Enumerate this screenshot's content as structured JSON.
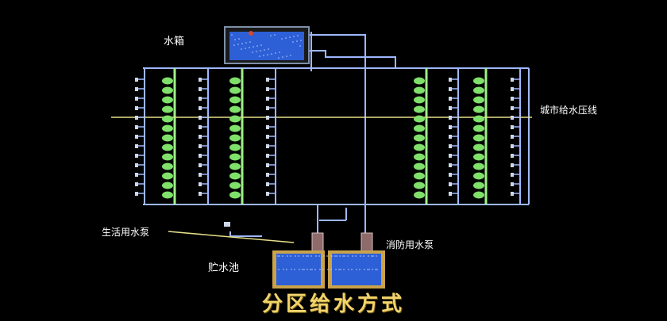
{
  "labels": {
    "tank": "水箱",
    "pressure_line": "城市给水压线",
    "domestic_pump": "生活用水泵",
    "fire_pump": "消防用水泵",
    "reservoir": "贮水池"
  },
  "title": "分区给水方式",
  "colors": {
    "background": "#000000",
    "pipe": "#9fb8ff",
    "riser": "#9ff08a",
    "leaf": "#7fe06a",
    "pressure_line": "#e6e08a",
    "water": "#2d5fd6",
    "basin": "#c9a24a",
    "title": "#f2d36b"
  },
  "icons": [
    "faucet-icon",
    "hydrant-icon",
    "pump-icon",
    "valve-icon"
  ]
}
